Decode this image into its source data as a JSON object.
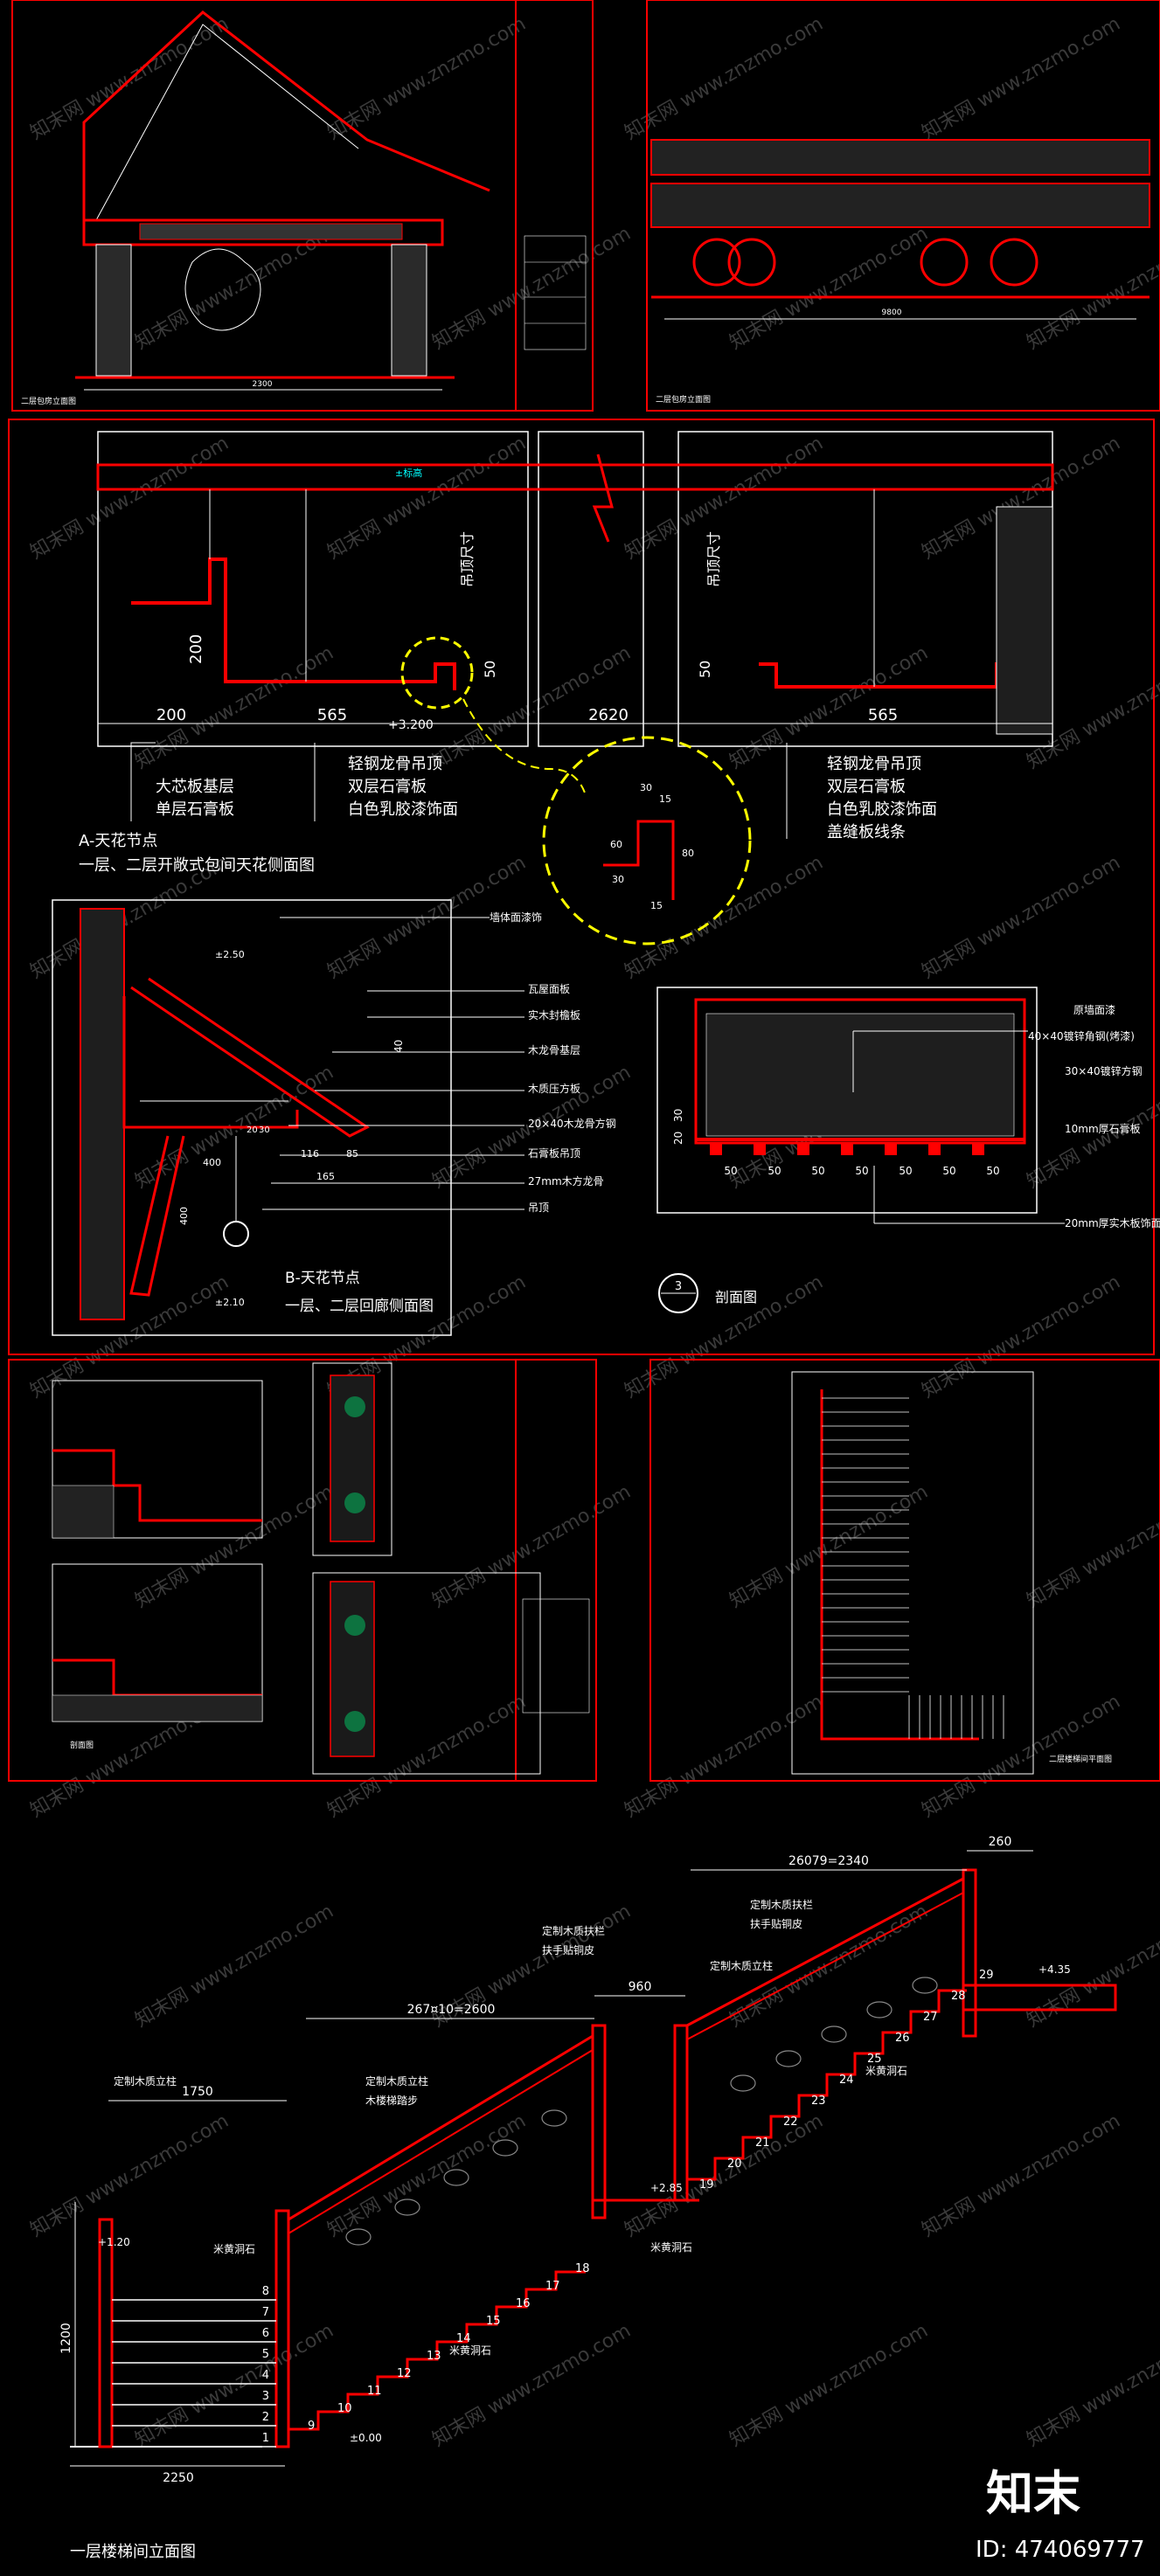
{
  "colors": {
    "bg": "#000000",
    "frame": "#ff0000",
    "line": "#ffffff",
    "dim": "#00ff00",
    "detail": "#ffff00",
    "text": "#ffffff"
  },
  "panel_a": {
    "title_main": "A-天花节点",
    "title_sub": "一层、二层开敞式包间天花侧面图",
    "dims": [
      "200",
      "565",
      "2620",
      "565",
      "200",
      "50",
      "50",
      "+3.200",
      "吊顶尺寸",
      "吊顶尺寸"
    ],
    "labels_left": [
      "大芯板基层",
      "单层石膏板"
    ],
    "labels_mid": [
      "轻钢龙骨吊顶",
      "双层石膏板",
      "白色乳胶漆饰面"
    ],
    "labels_right": [
      "轻钢龙骨吊顶",
      "双层石膏板",
      "白色乳胶漆饰面"
    ],
    "labels_detail": "盖缝板线条",
    "detail_dims": [
      "30",
      "15",
      "80",
      "60",
      "30",
      "15"
    ],
    "top_label": "±标高"
  },
  "panel_b": {
    "title_main": "B-天花节点",
    "title_sub": "一层、二层回廊侧面图",
    "dims": [
      "±2.50",
      "40",
      "400",
      "116",
      "85",
      "165",
      "20",
      "30",
      "400",
      "±2.10"
    ],
    "labels": [
      "墙体面漆饰",
      "瓦屋面板",
      "实木封檐板",
      "木龙骨基层",
      "木质压方板",
      "20×40木龙骨方钢",
      "石膏板吊顶",
      "27mm木方龙骨",
      "吊顶"
    ]
  },
  "panel_c": {
    "title_main": "剖面图",
    "dims": [
      "20",
      "30",
      "50",
      "50",
      "50",
      "50",
      "50",
      "50",
      "50"
    ],
    "labels": [
      "原墙面漆",
      "40×40镀锌角钢(烤漆)",
      "30×40镀锌方钢",
      "10mm厚石膏板",
      "20mm厚实木板饰面"
    ],
    "circle_label": "3"
  },
  "stair": {
    "title": "一层楼梯间立面图",
    "dims": [
      "26079=2340",
      "260",
      "267¤10=2600",
      "960",
      "1750",
      "1200",
      "2250",
      "±0.00",
      "+1.20",
      "+2.85",
      "+4.35"
    ],
    "labels": [
      "定制木质扶栏",
      "扶手贴铜皮",
      "定制木质立柱",
      "定制木质扶栏",
      "扶手贴铜皮",
      "定制木质立柱",
      "定制木质立柱",
      "木楼梯踏步",
      "米黄洞石",
      "米黄洞石",
      "米黄洞石"
    ],
    "steps_low": [
      "1",
      "2",
      "3",
      "4",
      "5",
      "6",
      "7",
      "8"
    ],
    "steps_mid": [
      "9",
      "10",
      "11",
      "12",
      "13",
      "14",
      "15",
      "16",
      "17",
      "18"
    ],
    "steps_high": [
      "19",
      "20",
      "21",
      "22",
      "23",
      "24",
      "25",
      "26",
      "27",
      "28",
      "29"
    ]
  },
  "top_left": {
    "title": "二层包房立面图",
    "dim": "2300"
  },
  "top_right": {
    "title": "二层包房立面图",
    "dim": "9800"
  },
  "mid_left": {
    "title": "剖面图"
  },
  "mid_right": {
    "title": "二层楼梯间平面图"
  },
  "brand": {
    "logo": "知末",
    "id": "ID: 474069777",
    "watermark": "知末网 www.znzmo.com"
  }
}
